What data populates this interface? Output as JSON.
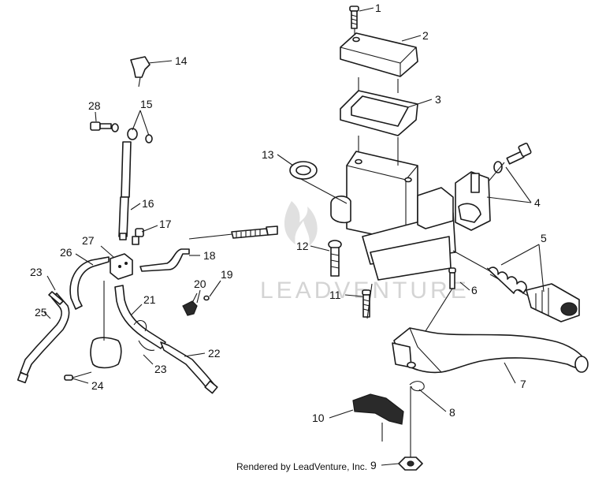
{
  "callouts": [
    "1",
    "2",
    "3",
    "4",
    "5",
    "6",
    "7",
    "8",
    "9",
    "10",
    "11",
    "12",
    "13",
    "14",
    "15",
    "16",
    "17",
    "18",
    "19",
    "20",
    "21",
    "22",
    "23",
    "23",
    "24",
    "25",
    "26",
    "27",
    "28"
  ],
  "watermark": {
    "text": "LEADVENTURE"
  },
  "footer": {
    "text": "Rendered by LeadVenture, Inc."
  },
  "colors": {
    "line": "#1a1a1a",
    "watermark": "#d4d4d4",
    "background": "#ffffff"
  }
}
